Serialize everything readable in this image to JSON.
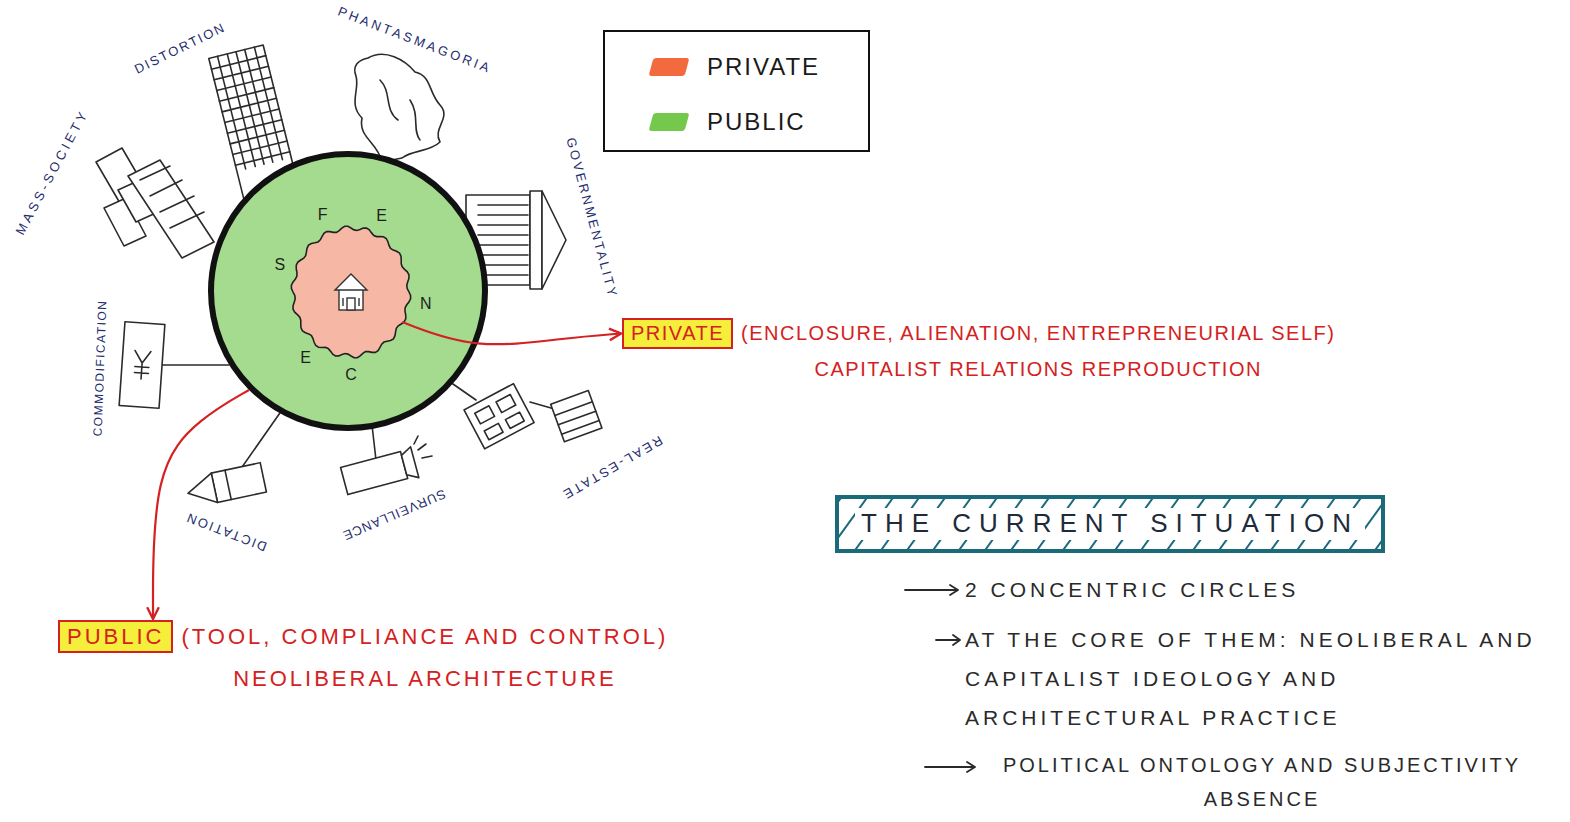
{
  "diagram": {
    "nodes": [
      {
        "text": []
      },
      {
        "text": [
          "F",
          "E",
          "N",
          "C",
          "E",
          "S"
        ],
        "in": 0
      },
      {
        "text": [
          "PRIVATE"
        ]
      },
      {
        "text": [
          "PUBLIC"
        ]
      },
      {
        "text": [
          "THE CURRENT SITUATION"
        ]
      }
    ],
    "edges": [
      {
        "from": 1,
        "to": 2,
        "arrow": "to"
      },
      {
        "from": 0,
        "to": 3,
        "arrow": "to"
      }
    ],
    "labels": [
      "PHANTASMAGORIA",
      "DISTORTION",
      "MASS-SOCIETY",
      "GOVERNMENTALITY",
      "COMMODIFICATION",
      "REAL-ESTATE",
      "SURVEILLANCE",
      "DICTATION",
      "(ENCLOSURE, ALIENATION, ENTREPRENEURIAL SELF)",
      "CAPITALIST RELATIONS REPRODUCTION",
      "(TOOL, COMPLIANCE AND CONTROL)",
      "NEOLIBERAL ARCHITECTURE",
      "2 CONCENTRIC CIRCLES",
      "AT THE CORE OF THEM: NEOLIBERAL AND CAPITALIST IDEOLOGY AND ARCHITECTURAL PRACTICE",
      "POLITICAL ONTOLOGY AND SUBJECTIVITY ABSENCE"
    ],
    "legend": [
      {
        "text": "PRIVATE",
        "color": "#f26a3d"
      },
      {
        "text": "PUBLIC",
        "color": "#74c94c"
      }
    ]
  }
}
